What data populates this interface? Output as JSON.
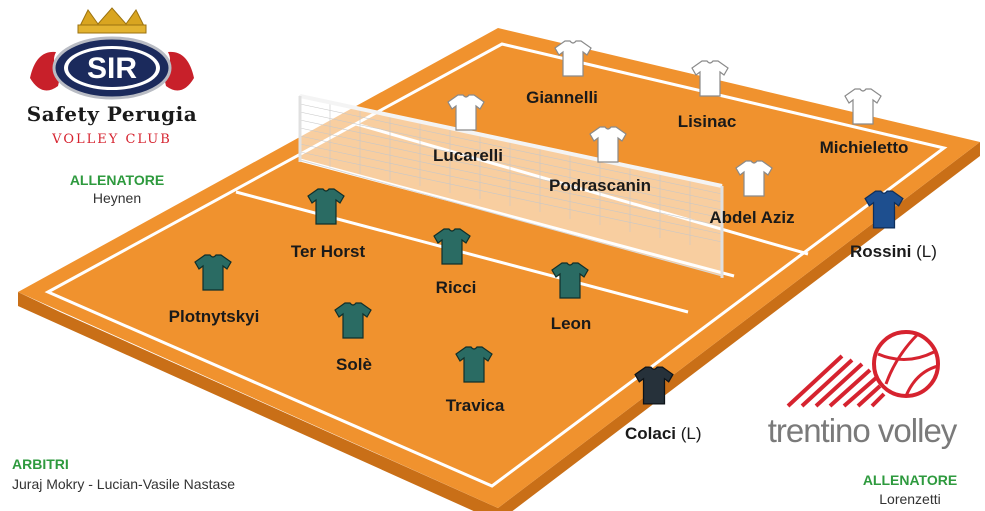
{
  "home_team": {
    "logo": {
      "badge_text": "SIR",
      "name": "Safety Perugia",
      "subtitle": "VOLLEY CLUB"
    },
    "coach_label": "ALLENATORE",
    "coach": "Heynen",
    "players": [
      {
        "name": "Giannelli"
      },
      {
        "name": "Lisinac"
      },
      {
        "name": "Lucarelli"
      },
      {
        "name": "Michieletto"
      },
      {
        "name": "Podrascanin"
      },
      {
        "name": "Abdel Aziz"
      }
    ],
    "libero": {
      "name": "Rossini",
      "tag": "(L)"
    },
    "jersey_color": "#ffffff"
  },
  "away_team": {
    "logo_text": "trentino volley",
    "coach_label": "ALLENATORE",
    "coach": "Lorenzetti",
    "players": [
      {
        "name": "Ter Horst"
      },
      {
        "name": "Ricci"
      },
      {
        "name": "Plotnytskyi"
      },
      {
        "name": "Leon"
      },
      {
        "name": "Solè"
      },
      {
        "name": "Travica"
      }
    ],
    "libero": {
      "name": "Colaci",
      "tag": "(L)"
    },
    "jersey_color": "#2a6b63"
  },
  "referees": {
    "label": "ARBITRI",
    "names": "Juraj Mokry - Lucian-Vasile Nastase"
  },
  "colors": {
    "court": "#f0922e",
    "court_side": "#d77a1c",
    "accent_green": "#2e9a3e",
    "brand_red": "#d6232f",
    "libero_home": "#1e4f8f"
  }
}
